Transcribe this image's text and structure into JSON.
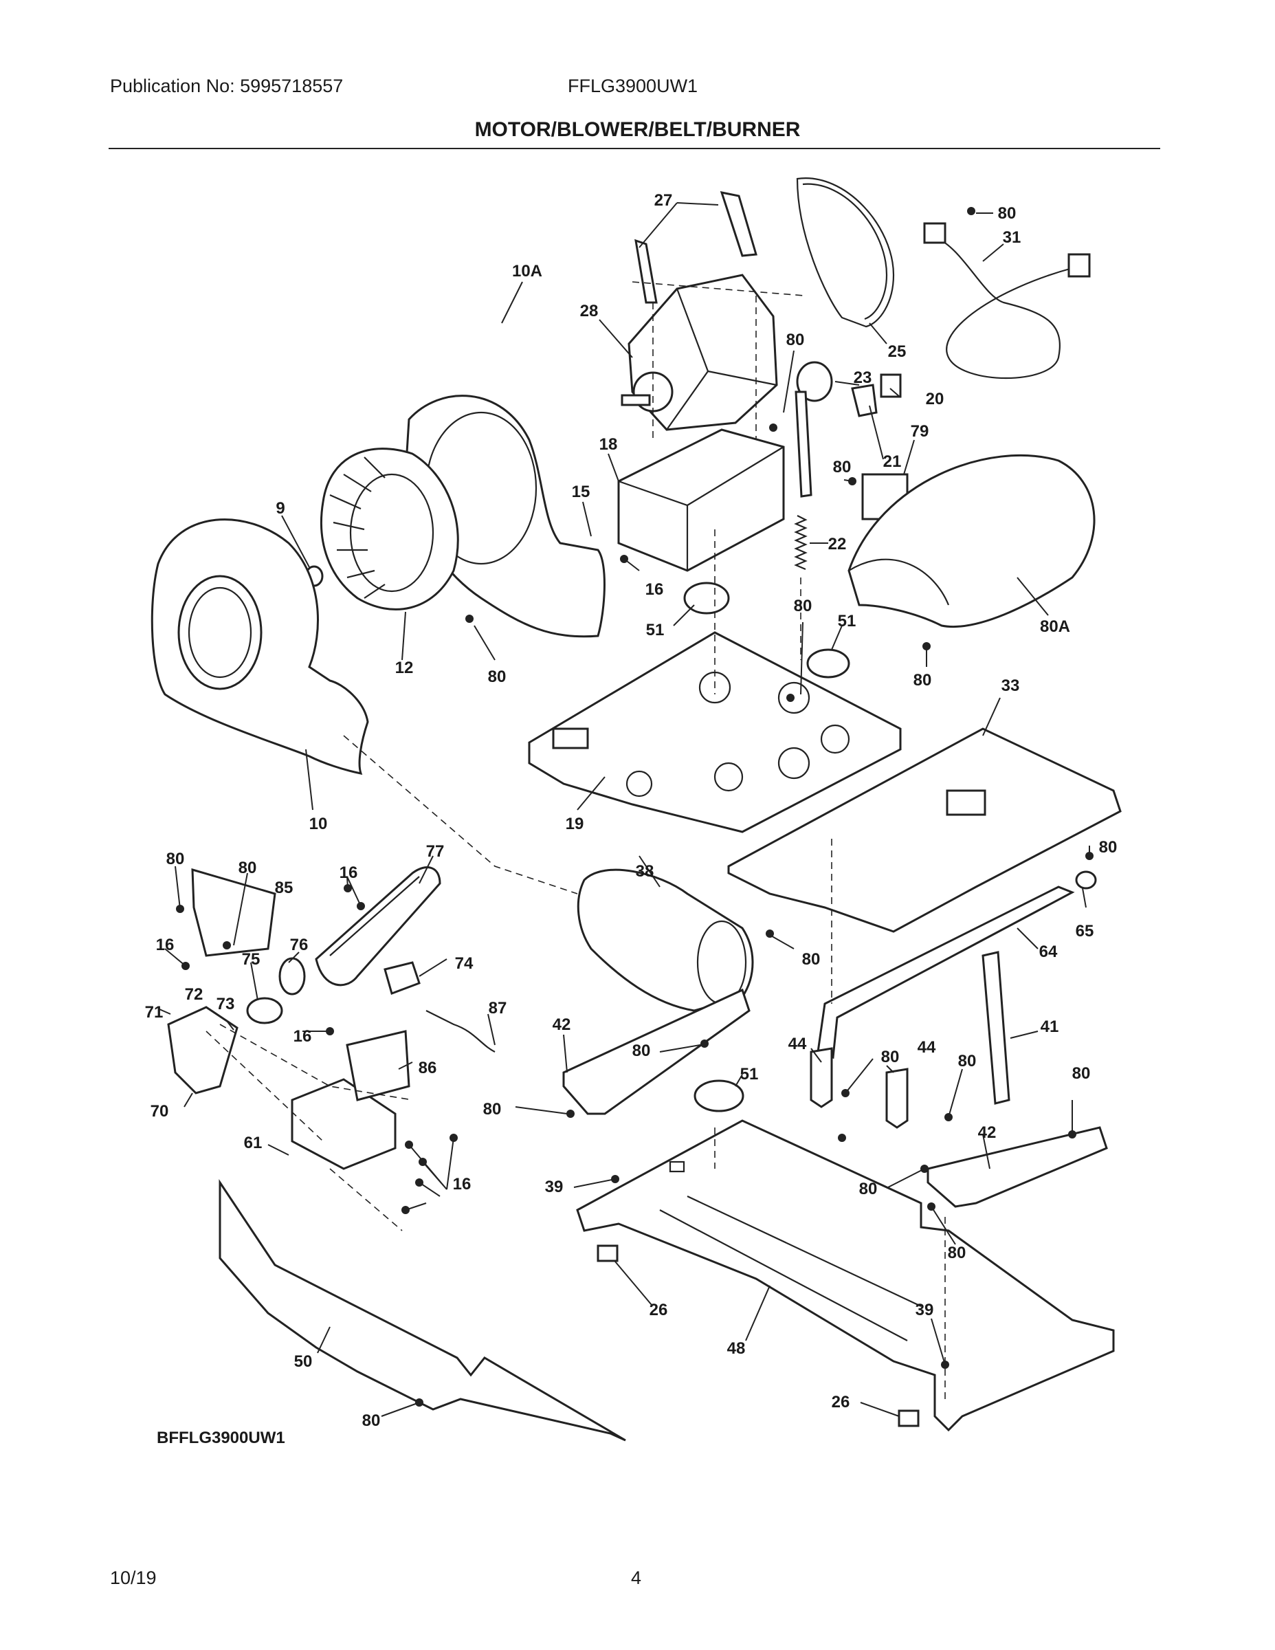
{
  "header": {
    "publication": "Publication No: 5995718557",
    "model": "FFLG3900UW1",
    "title": "MOTOR/BLOWER/BELT/BURNER"
  },
  "diagram": {
    "model_code": "BFFLG3900UW1",
    "callouts": [
      {
        "id": "c27",
        "text": "27"
      },
      {
        "id": "c80a",
        "text": "80"
      },
      {
        "id": "c31",
        "text": "31"
      },
      {
        "id": "c28",
        "text": "28"
      },
      {
        "id": "c10A",
        "text": "10A"
      },
      {
        "id": "c80b",
        "text": "80"
      },
      {
        "id": "c25",
        "text": "25"
      },
      {
        "id": "c23",
        "text": "23"
      },
      {
        "id": "c20",
        "text": "20"
      },
      {
        "id": "c79",
        "text": "79"
      },
      {
        "id": "c18",
        "text": "18"
      },
      {
        "id": "c21",
        "text": "21"
      },
      {
        "id": "c80c",
        "text": "80"
      },
      {
        "id": "c15",
        "text": "15"
      },
      {
        "id": "c9",
        "text": "9"
      },
      {
        "id": "c22",
        "text": "22"
      },
      {
        "id": "c16a",
        "text": "16"
      },
      {
        "id": "c80d",
        "text": "80"
      },
      {
        "id": "c51a",
        "text": "51"
      },
      {
        "id": "c51b",
        "text": "51"
      },
      {
        "id": "c80A",
        "text": "80A"
      },
      {
        "id": "c12",
        "text": "12"
      },
      {
        "id": "c80e",
        "text": "80"
      },
      {
        "id": "c80f",
        "text": "80"
      },
      {
        "id": "c33",
        "text": "33"
      },
      {
        "id": "c10",
        "text": "10"
      },
      {
        "id": "c19",
        "text": "19"
      },
      {
        "id": "c80g",
        "text": "80"
      },
      {
        "id": "c80h",
        "text": "80"
      },
      {
        "id": "c77",
        "text": "77"
      },
      {
        "id": "c38",
        "text": "38"
      },
      {
        "id": "c80i",
        "text": "80"
      },
      {
        "id": "c16b",
        "text": "16"
      },
      {
        "id": "c85",
        "text": "85"
      },
      {
        "id": "c65",
        "text": "65"
      },
      {
        "id": "c16c",
        "text": "16"
      },
      {
        "id": "c76",
        "text": "76"
      },
      {
        "id": "c80j",
        "text": "80"
      },
      {
        "id": "c64",
        "text": "64"
      },
      {
        "id": "c75",
        "text": "75"
      },
      {
        "id": "c74",
        "text": "74"
      },
      {
        "id": "c72",
        "text": "72"
      },
      {
        "id": "c73",
        "text": "73"
      },
      {
        "id": "c71",
        "text": "71"
      },
      {
        "id": "c87",
        "text": "87"
      },
      {
        "id": "c41",
        "text": "41"
      },
      {
        "id": "c42a",
        "text": "42"
      },
      {
        "id": "c16d",
        "text": "16"
      },
      {
        "id": "c80k",
        "text": "80"
      },
      {
        "id": "c44a",
        "text": "44"
      },
      {
        "id": "c80l",
        "text": "80"
      },
      {
        "id": "c44b",
        "text": "44"
      },
      {
        "id": "c80m",
        "text": "80"
      },
      {
        "id": "c80n",
        "text": "80"
      },
      {
        "id": "c86",
        "text": "86"
      },
      {
        "id": "c51c",
        "text": "51"
      },
      {
        "id": "c80o",
        "text": "80"
      },
      {
        "id": "c70",
        "text": "70"
      },
      {
        "id": "c42b",
        "text": "42"
      },
      {
        "id": "c61",
        "text": "61"
      },
      {
        "id": "c80p",
        "text": "80"
      },
      {
        "id": "c39a",
        "text": "39"
      },
      {
        "id": "c16e",
        "text": "16"
      },
      {
        "id": "c80q",
        "text": "80"
      },
      {
        "id": "c26a",
        "text": "26"
      },
      {
        "id": "c39b",
        "text": "39"
      },
      {
        "id": "c48",
        "text": "48"
      },
      {
        "id": "c50",
        "text": "50"
      },
      {
        "id": "c26b",
        "text": "26"
      },
      {
        "id": "c80r",
        "text": "80"
      }
    ]
  },
  "footer": {
    "date": "10/19",
    "page": "4"
  }
}
